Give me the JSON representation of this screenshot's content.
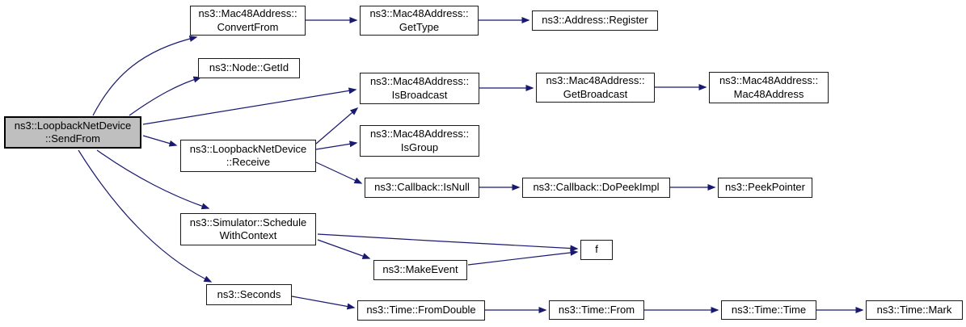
{
  "diagram": {
    "type": "call-graph",
    "background_color": "#ffffff",
    "edge_color": "#191970",
    "node_fill": "#ffffff",
    "node_border_color": "#1a1a1a",
    "root_fill": "#bfbfbf",
    "nodes": [
      {
        "id": "sendfrom",
        "label": "ns3::LoopbackNetDevice\n::SendFrom",
        "root": true
      },
      {
        "id": "convertfrom",
        "label": "ns3::Mac48Address::\nConvertFrom"
      },
      {
        "id": "gettype",
        "label": "ns3::Mac48Address::\nGetType"
      },
      {
        "id": "register",
        "label": "ns3::Address::Register"
      },
      {
        "id": "getid",
        "label": "ns3::Node::GetId"
      },
      {
        "id": "isbroadcast",
        "label": "ns3::Mac48Address::\nIsBroadcast"
      },
      {
        "id": "getbroadcast",
        "label": "ns3::Mac48Address::\nGetBroadcast"
      },
      {
        "id": "mac48address",
        "label": "ns3::Mac48Address::\nMac48Address"
      },
      {
        "id": "receive",
        "label": "ns3::LoopbackNetDevice\n::Receive"
      },
      {
        "id": "isgroup",
        "label": "ns3::Mac48Address::\nIsGroup"
      },
      {
        "id": "isnull",
        "label": "ns3::Callback::IsNull"
      },
      {
        "id": "dopeekimpl",
        "label": "ns3::Callback::DoPeekImpl"
      },
      {
        "id": "peekpointer",
        "label": "ns3::PeekPointer"
      },
      {
        "id": "schedulewithcontext",
        "label": "ns3::Simulator::Schedule\nWithContext"
      },
      {
        "id": "f",
        "label": "f"
      },
      {
        "id": "makeevent",
        "label": "ns3::MakeEvent"
      },
      {
        "id": "seconds",
        "label": "ns3::Seconds"
      },
      {
        "id": "fromdouble",
        "label": "ns3::Time::FromDouble"
      },
      {
        "id": "timefrom",
        "label": "ns3::Time::From"
      },
      {
        "id": "timetime",
        "label": "ns3::Time::Time"
      },
      {
        "id": "timemark",
        "label": "ns3::Time::Mark"
      }
    ],
    "edges": [
      {
        "from": "sendfrom",
        "to": "convertfrom"
      },
      {
        "from": "sendfrom",
        "to": "getid"
      },
      {
        "from": "sendfrom",
        "to": "isbroadcast"
      },
      {
        "from": "sendfrom",
        "to": "receive"
      },
      {
        "from": "sendfrom",
        "to": "schedulewithcontext"
      },
      {
        "from": "sendfrom",
        "to": "seconds"
      },
      {
        "from": "convertfrom",
        "to": "gettype"
      },
      {
        "from": "gettype",
        "to": "register"
      },
      {
        "from": "isbroadcast",
        "to": "getbroadcast"
      },
      {
        "from": "getbroadcast",
        "to": "mac48address"
      },
      {
        "from": "receive",
        "to": "isbroadcast"
      },
      {
        "from": "receive",
        "to": "isgroup"
      },
      {
        "from": "receive",
        "to": "isnull"
      },
      {
        "from": "isnull",
        "to": "dopeekimpl"
      },
      {
        "from": "dopeekimpl",
        "to": "peekpointer"
      },
      {
        "from": "schedulewithcontext",
        "to": "f"
      },
      {
        "from": "schedulewithcontext",
        "to": "makeevent"
      },
      {
        "from": "makeevent",
        "to": "f"
      },
      {
        "from": "seconds",
        "to": "fromdouble"
      },
      {
        "from": "fromdouble",
        "to": "timefrom"
      },
      {
        "from": "timefrom",
        "to": "timetime"
      },
      {
        "from": "timetime",
        "to": "timemark"
      }
    ]
  }
}
